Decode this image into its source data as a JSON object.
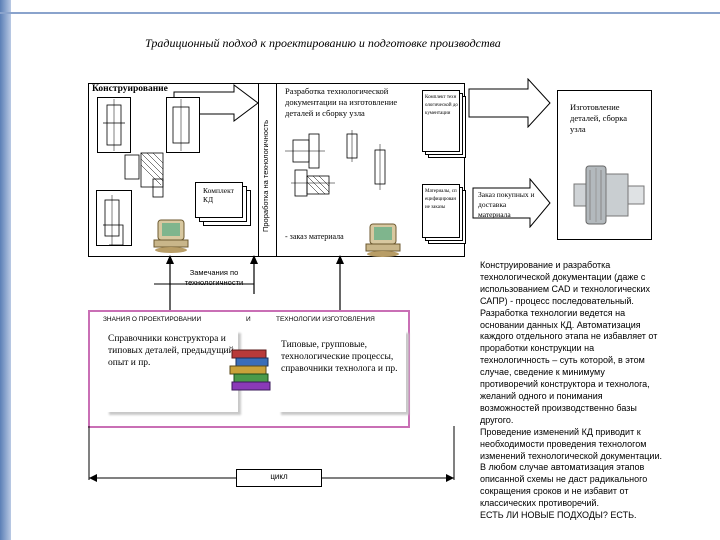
{
  "title": "Традиционный подход к проектированию и подготовке производства",
  "design_block": {
    "label": "Конструирование",
    "kd_kit_label": "Комплект КД"
  },
  "vertical_label": "Проработка на технологичность",
  "tech_block": {
    "heading": "Разработка технологической документации на изготовление деталей и сборку узла",
    "tech_docs_stack": "Комплект технологической документации",
    "materials_stack": "Материалы, специфицирование заказы",
    "material_order": "- заказ материала"
  },
  "manufacturing": {
    "make_label": "Изготовление деталей, сборка узла",
    "procurement_label": "Заказ покупных и доставка материала"
  },
  "remarks_label": "Замечания по технологичности",
  "knowledge_block": {
    "header_left": "ЗНАНИЯ О ПРОЕКТИРОВАНИИ",
    "header_mid": "И",
    "header_right": "ТЕХНОЛОГИИ ИЗГОТОВЛЕНИЯ",
    "left_text": "Справочники конструктора и типовых деталей, предыдущий опыт и пр.",
    "right_text": "Типовые, групповые, технологические процессы, справочники технолога и пр."
  },
  "cycle_label": "цикл",
  "description": {
    "lines": [
      "Конструирование и разработка",
      "технологической документации (даже с",
      "использованием CAD и технологических",
      "САПР) - процесс последовательный.",
      "Разработка технологии ведется на",
      "основании данных КД. Автоматизация",
      "каждого отдельного этапа не избавляет от",
      "проработки конструкции на",
      "технологичность – суть которой, в этом",
      "случае, сведение к минимуму",
      "противоречий конструктора и технолога,",
      "желаний одного и понимания",
      "возможностей производственно базы",
      "другого.",
      "Проведение изменений КД приводит к",
      "необходимости проведения технологом",
      "изменений технологической документации.",
      "В любом случае автоматизация этапов",
      "описанной схемы не даст радикального",
      "сокращения сроков и не избавит от",
      "классических противоречий.",
      "ЕСТЬ ЛИ НОВЫЕ ПОДХОДЫ? ЕСТЬ."
    ]
  }
}
